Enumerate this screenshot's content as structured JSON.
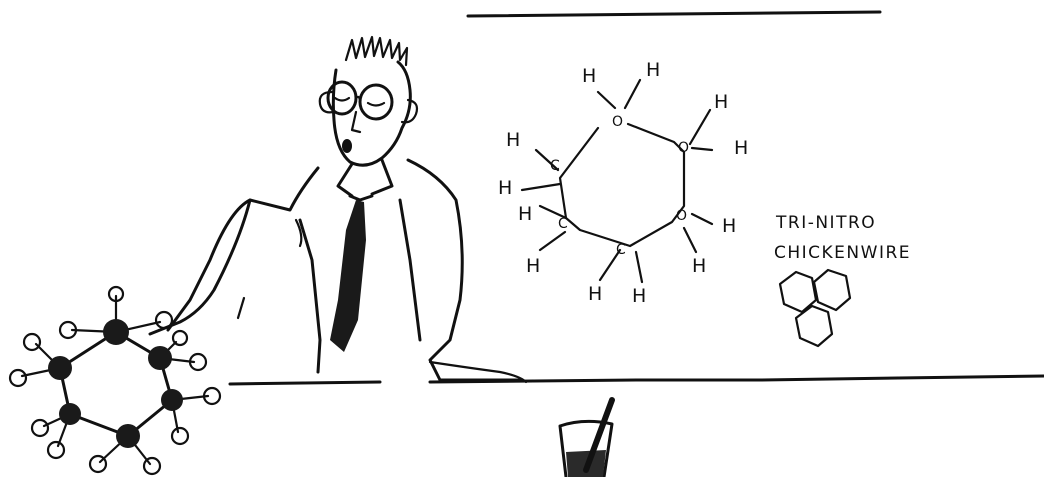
{
  "board": {
    "top_rule_color": "#111111",
    "ink_color": "#111111"
  },
  "formula": {
    "hydrogen_symbol": "H",
    "oxygen_symbol": "O",
    "carbon_symbol": "C"
  },
  "caption": {
    "line1": "TRI-NITRO",
    "line2": "CHICKENWIRE"
  }
}
